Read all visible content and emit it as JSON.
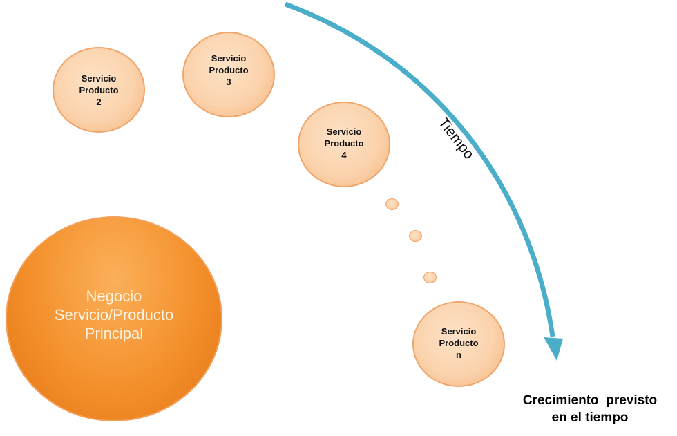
{
  "diagram": {
    "main": {
      "line1": "Negocio",
      "line2": "Servicio/Producto",
      "line3": "Principal"
    },
    "services": [
      {
        "line1": "Servicio",
        "line2": "Producto",
        "line3": "2"
      },
      {
        "line1": "Servicio",
        "line2": "Producto",
        "line3": "3"
      },
      {
        "line1": "Servicio",
        "line2": "Producto",
        "line3": "4"
      },
      {
        "line1": "Servicio",
        "line2": "Producto",
        "line3": "n"
      }
    ],
    "time_label": "Tiempo",
    "growth": {
      "line1": "Crecimiento  previsto",
      "line2": "en el tiempo"
    },
    "colors": {
      "main_fill": "#f4902c",
      "bubble_fill": "#fbd3ad",
      "bubble_border": "#f0a56a",
      "arrow": "#4aaec9"
    }
  }
}
